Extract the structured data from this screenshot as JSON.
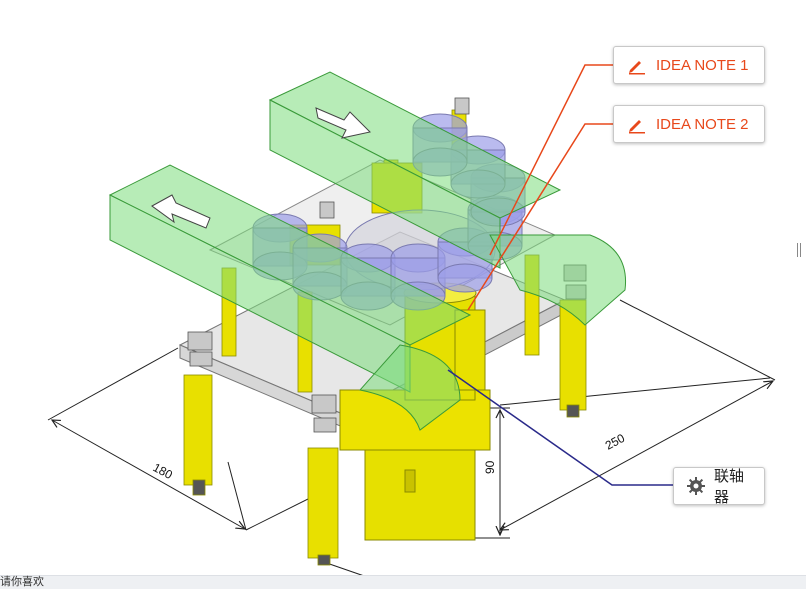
{
  "callouts": {
    "note1": {
      "label": "IDEA NOTE 1",
      "icon": "pencil-icon"
    },
    "note2": {
      "label": "IDEA NOTE 2",
      "icon": "pencil-icon"
    },
    "coupling": {
      "label": "联轴器",
      "icon": "gear-icon"
    }
  },
  "dimensions": {
    "width": "180",
    "depth": "250",
    "height": "90"
  },
  "footer": {
    "text": "请你喜欢"
  },
  "colors": {
    "accent": "#e8481b",
    "leader_dark": "#2a2a8a",
    "conveyor": "#7bdc7b",
    "bracket": "#e8e000",
    "disc": "#9c9ee8"
  }
}
